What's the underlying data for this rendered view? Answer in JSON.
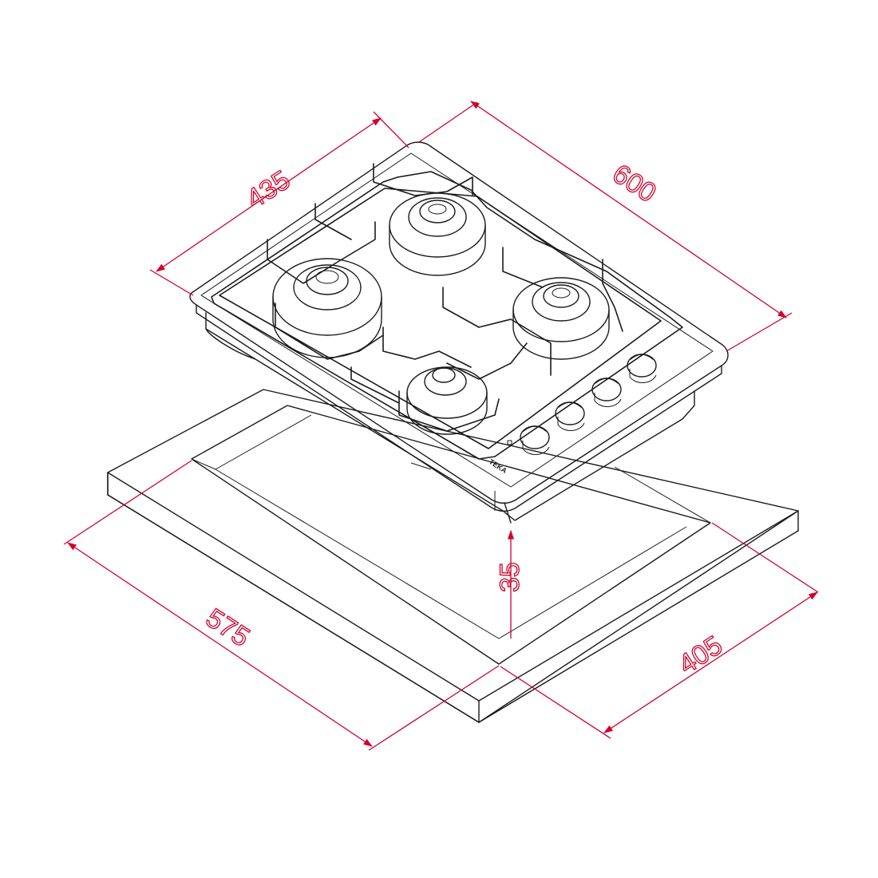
{
  "colors": {
    "dimension": "#d1002a",
    "ink": "#1a1a1a",
    "background": "#ffffff"
  },
  "brand_mark": "TEKA",
  "dimensions": {
    "hob_depth": "435",
    "hob_width": "600",
    "hob_height": "35",
    "cutout_width": "575",
    "cutout_depth": "405"
  }
}
